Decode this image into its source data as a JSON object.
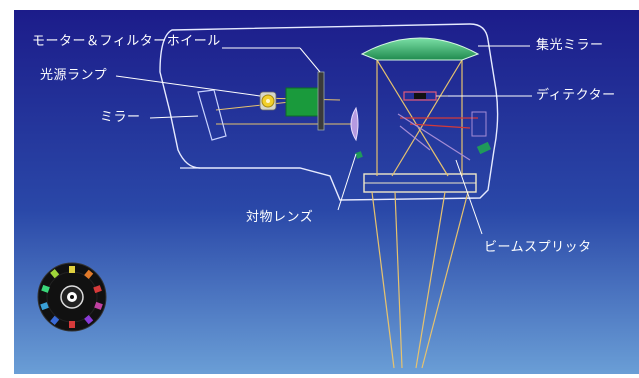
{
  "colors": {
    "background_top": "#1c1c8a",
    "background_bottom": "#5f93cf",
    "outline": "#e6eaff",
    "beam": "#e6c26e",
    "red_beam": "#d23a3a",
    "green_mirror": "#1f9a5a",
    "filter_green": "#1a9a3c",
    "label_text": "#ffffff"
  },
  "labels": {
    "motor_filter_wheel": "モーター＆フィルターホイール",
    "light_source": "光源ランプ",
    "mirror": "ミラー",
    "objective_lens": "対物レンズ",
    "collecting_mirror": "集光ミラー",
    "detector": "ディテクター",
    "beam_splitter": "ビームスプリッタ"
  },
  "icons": {
    "filter_wheel_disk": "filter-wheel-icon"
  }
}
